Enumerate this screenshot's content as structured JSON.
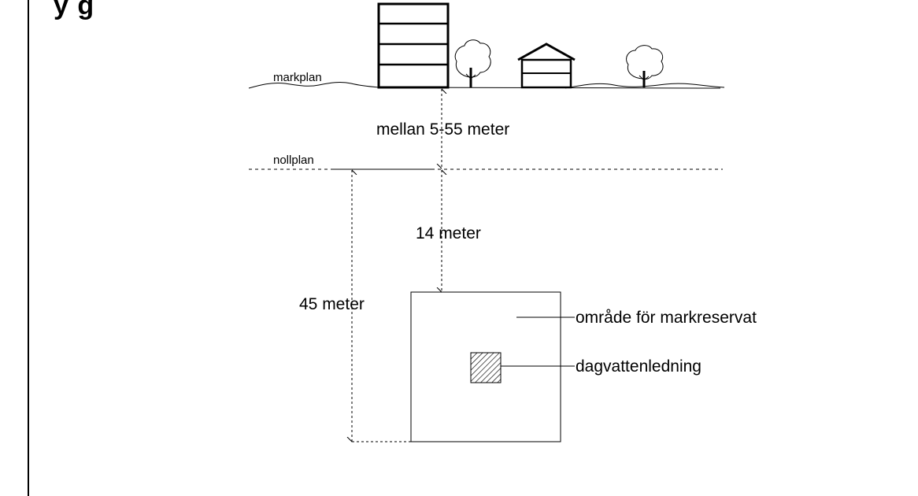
{
  "title_fragment": "y      g",
  "labels": {
    "ground_level": "markplan",
    "zero_level": "nollplan",
    "depth_range": "mellan 5-55 meter",
    "depth_fixed": "14 meter",
    "box_height": "45 meter",
    "reserve_area": "område för markreservat",
    "stormwater_pipe": "dagvattenledning"
  },
  "icons": {
    "building": "building-icon",
    "house": "house-icon",
    "tree": "tree-icon"
  }
}
